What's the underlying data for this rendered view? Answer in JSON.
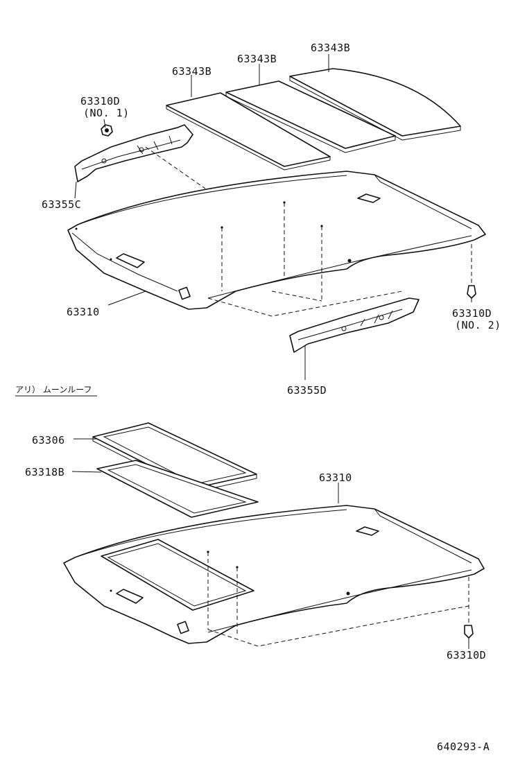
{
  "labels": {
    "upper": {
      "pad_left": "63343B",
      "pad_mid": "63343B",
      "pad_right": "63343B",
      "clip_no1": "63310D",
      "clip_no1_note": "(NO. 1)",
      "bracket_front": "63355C",
      "headlining": "63310",
      "clip_no2": "63310D",
      "clip_no2_note": "(NO. 2)",
      "bracket_rear": "63355D"
    },
    "section_title": "アリ） ムーンルーフ",
    "lower": {
      "garnish": "63306",
      "seal": "63318B",
      "headlining": "63310",
      "clip": "63310D"
    },
    "diagram_code": "640293-A"
  }
}
